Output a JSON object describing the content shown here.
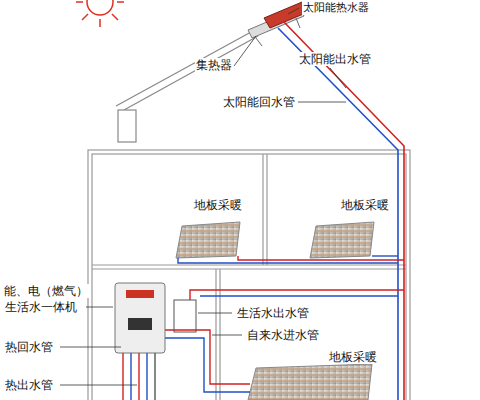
{
  "diagram": {
    "labels": [
      "太阳能热水器",
      "集热器",
      "太阳能出水管",
      "太阳能回水管",
      "地板采暖",
      "地板采暖",
      "能、电（燃气）",
      "生活水一体机",
      "热回水管",
      "热出水管",
      "生活水出水管",
      "自来水进水管",
      "地板采暖"
    ]
  }
}
